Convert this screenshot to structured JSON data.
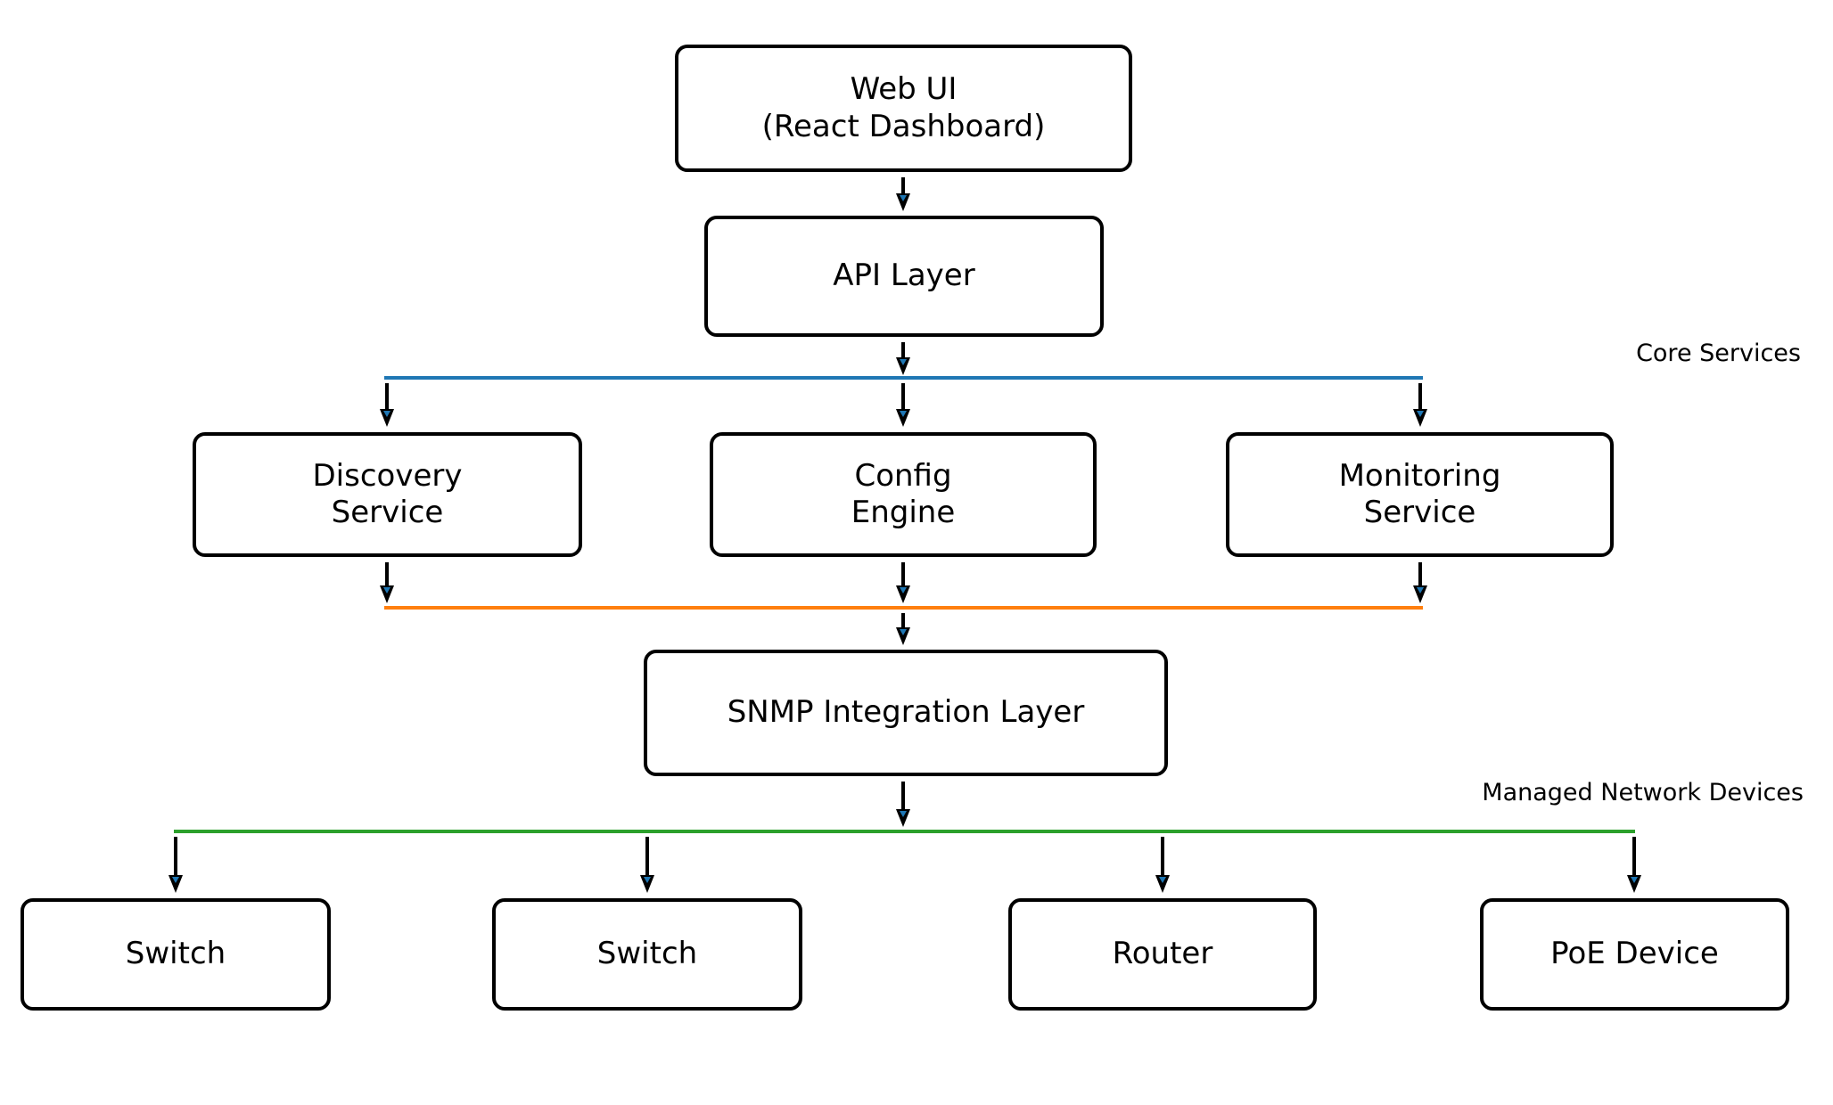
{
  "diagram": {
    "nodes": {
      "web_ui": {
        "label": "Web UI\n(React Dashboard)"
      },
      "api_layer": {
        "label": "API Layer"
      },
      "discovery_service": {
        "label": "Discovery\nService"
      },
      "config_engine": {
        "label": "Config\nEngine"
      },
      "monitoring_service": {
        "label": "Monitoring\nService"
      },
      "snmp_integration_layer": {
        "label": "SNMP Integration Layer"
      },
      "switch_1": {
        "label": "Switch"
      },
      "switch_2": {
        "label": "Switch"
      },
      "router": {
        "label": "Router"
      },
      "poe_device": {
        "label": "PoE Device"
      }
    },
    "buses": {
      "core_services": {
        "label": "Core Services",
        "color": "#1f77b4"
      },
      "snmp_integration": {
        "color": "#ff7f0e"
      },
      "managed_devices": {
        "label": "Managed Network Devices",
        "color": "#2ca02c"
      }
    },
    "arrow_color": "#000000",
    "arrowhead_accent_color": "#1f77b4",
    "node_border_color": "#000000",
    "background_color": "#ffffff"
  }
}
